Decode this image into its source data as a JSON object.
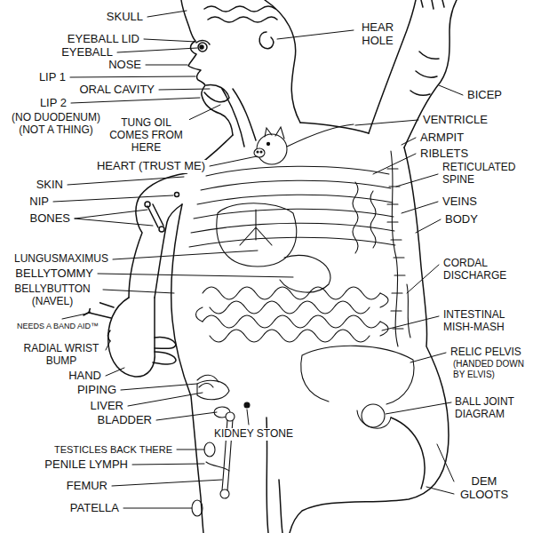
{
  "diagram": {
    "labels": [
      "SKULL",
      "EYEBALL LID",
      "HEAR HOLE",
      "EYEBALL",
      "NOSE",
      "LIP 1",
      "ORAL CAVITY",
      "BICEP",
      "LIP 2",
      "(NO DUODENUM) (NOT A THING)",
      "VENTRICLE",
      "TUNG OIL COMES FROM HERE",
      "ARMPIT",
      "RIBLETS",
      "HEART (TRUST ME)",
      "RETICULATED SPINE",
      "SKIN",
      "NIP",
      "VEINS",
      "BONES",
      "BODY",
      "LUNGUSMAXIMUS",
      "CORDAL DISCHARGE",
      "BELLYTOMMY",
      "BELLYBUTTON (NAVEL)",
      "INTESTINAL MISH-MASH",
      "NEEDS A BAND AID™",
      "RADIAL WRIST BUMP",
      "RELIC PELVIS",
      "(HANDED DOWN BY ELVIS)",
      "HAND",
      "PIPING",
      "BALL JOINT DIAGRAM",
      "LIVER",
      "BLADDER",
      "KIDNEY STONE",
      "TESTICLES BACK THERE",
      "PENILE LYMPH",
      "FEMUR",
      "DEM GLOOTS",
      "PATELLA"
    ]
  }
}
